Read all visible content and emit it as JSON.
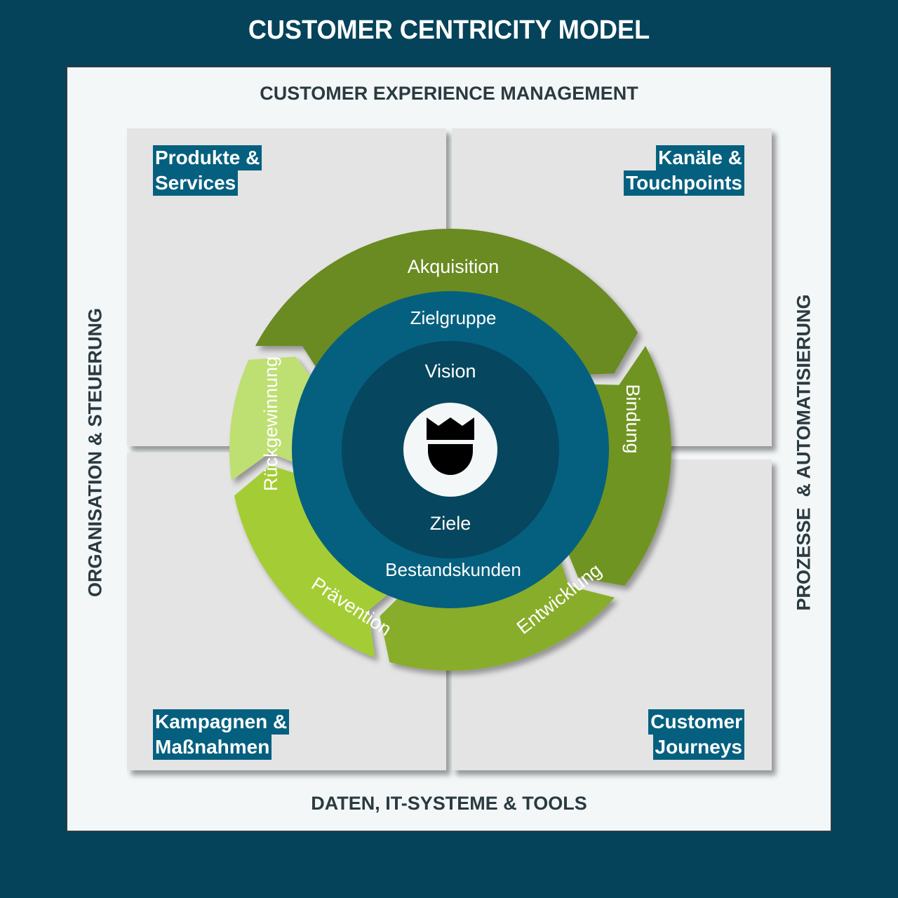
{
  "title": "CUSTOMER CENTRICITY MODEL",
  "frame": {
    "top_label": "CUSTOMER EXPERIENCE MANAGEMENT",
    "bottom_label": "DATEN, IT-SYSTEME & TOOLS",
    "left_label": "ORGANISATION & STEUERUNG",
    "right_label": "PROZESSE  & AUTOMATISIERUNG"
  },
  "quadrants": [
    {
      "position": "top-left",
      "lines": [
        "Produkte &",
        "Services"
      ]
    },
    {
      "position": "top-right",
      "lines": [
        "Kanäle &",
        "Touchpoints"
      ]
    },
    {
      "position": "bottom-left",
      "lines": [
        "Kampagnen &",
        "Maßnahmen"
      ]
    },
    {
      "position": "bottom-right",
      "lines": [
        "Customer",
        "Journeys"
      ]
    }
  ],
  "wheel": {
    "outer_segments": [
      {
        "label": "Akquisition",
        "color": "#6a8a23"
      },
      {
        "label": "Bindung",
        "color": "#6f9424"
      },
      {
        "label": "Entwicklung",
        "color": "#88ad2c"
      },
      {
        "label": "Prävention",
        "color": "#a4cd36"
      },
      {
        "label": "Rückgewinnung",
        "color": "#bedf72"
      }
    ],
    "middle_ring": {
      "top_label": "Zielgruppe",
      "bottom_label": "Bestandskunden",
      "color": "#05607f"
    },
    "inner_circle": {
      "top_label": "Vision",
      "bottom_label": "Ziele",
      "color": "#06465e"
    },
    "center_icon": "crown-king-icon"
  },
  "colors": {
    "background": "#05435a",
    "frame": "#f3f7f8",
    "quadrant": "#e4e4e4",
    "label_box": "#05607f"
  }
}
